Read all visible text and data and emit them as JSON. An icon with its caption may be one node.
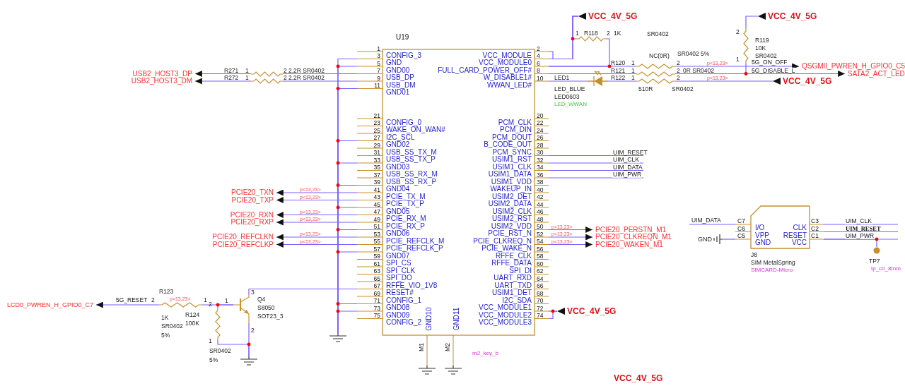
{
  "diagram": {
    "nodes": [
      {
        "text": [
          "U19"
        ]
      },
      {
        "text": [
          "USB2_HOST3_DP"
        ]
      },
      {
        "text": [],
        "shape": "resistor",
        "beside": [
          "R271",
          "1",
          "2",
          "2.2R SR0402"
        ]
      },
      {
        "text": [
          "USB2_HOST3_DM"
        ]
      },
      {
        "text": [],
        "shape": "resistor",
        "beside": [
          "R272",
          "1",
          "2",
          "2.2R SR0402"
        ]
      },
      {
        "text": [
          "PCIE20_TXN"
        ]
      },
      {
        "text": [
          "PCIE20_TXP"
        ]
      },
      {
        "text": [
          "PCIE20_RXN"
        ]
      },
      {
        "text": [
          "PCIE20_RXP"
        ]
      },
      {
        "text": [
          "PCIE20_REFCLKN"
        ]
      },
      {
        "text": [
          "PCIE20_REFCLKP"
        ]
      },
      {
        "text": [
          "LCD0_PWREN_H_GPIO0_C7"
        ]
      },
      {
        "text": [],
        "shape": "resistor",
        "beside": [
          "R123",
          "2",
          "1",
          "1K",
          "SR0402",
          "5%"
        ]
      },
      {
        "text": [],
        "shape": "resistor",
        "beside": [
          "R124",
          "2",
          "1",
          "100K",
          "SR0402",
          "5%"
        ]
      },
      {
        "text": [],
        "shape": "transistor",
        "beside": [
          "Q4",
          "S8050",
          "SOT23_3",
          "1",
          "2",
          "3"
        ]
      },
      {
        "text": [],
        "shape": "ground"
      },
      {
        "text": [],
        "shape": "ground"
      },
      {
        "text": [],
        "shape": "ground"
      },
      {
        "text": [],
        "shape": "ground"
      },
      {
        "text": [
          "VCC_4V_5G"
        ]
      },
      {
        "text": [],
        "shape": "resistor",
        "beside": [
          "R118",
          "1",
          "2",
          "1K"
        ]
      },
      {
        "text": [],
        "shape": "resistor",
        "beside": [
          "R120",
          "1",
          "2",
          "NC(0R)",
          "SR0402 5%"
        ]
      },
      {
        "text": [],
        "shape": "resistor",
        "beside": [
          "R121",
          "1",
          "2",
          "0R SR0402"
        ]
      },
      {
        "text": [],
        "shape": "led",
        "beside": [
          "LED1",
          "LED_BLUE",
          "LED0603",
          "LED_WWAN"
        ]
      },
      {
        "text": [],
        "shape": "resistor",
        "beside": [
          "R122",
          "1",
          "2",
          "510R",
          "SR0402"
        ]
      },
      {
        "text": [
          "VCC_4V_5G"
        ]
      },
      {
        "text": [],
        "shape": "resistor",
        "beside": [
          "R119",
          "10K",
          "SR0402",
          "2",
          "1"
        ]
      },
      {
        "text": [
          "QSGMII_PWREN_H_GPIO0_C5"
        ]
      },
      {
        "text": [
          "SATA2_ACT_LED"
        ]
      },
      {
        "text": [
          "VCC_4V_5G"
        ]
      },
      {
        "text": [
          "PCIE20_PERSTN_M1"
        ]
      },
      {
        "text": [
          "PCIE20_CLKREQN_M1"
        ]
      },
      {
        "text": [
          "PCIE20_WAKEN_M1"
        ]
      },
      {
        "text": [
          "VCC_4V_5G"
        ]
      },
      {
        "text": [
          "I/O",
          "VPP",
          "GND",
          "CLK",
          "RESET",
          "VCC"
        ],
        "beside": [
          "J8",
          "SIM MetalSpring",
          "SIMCARD-Micro"
        ]
      },
      {
        "text": [
          "GND"
        ]
      },
      {
        "text": [],
        "shape": "circle",
        "beside": [
          "TP7",
          "tp_c0_8mm"
        ]
      }
    ],
    "edges": [
      {
        "from": 2,
        "to": 1,
        "arrow": "to"
      },
      {
        "from": 2,
        "to": 0,
        "arrow": "none"
      },
      {
        "from": 4,
        "to": 3,
        "arrow": "to"
      },
      {
        "from": 4,
        "to": 0,
        "arrow": "none"
      },
      {
        "from": 0,
        "to": 5,
        "arrow": "to"
      },
      {
        "from": 0,
        "to": 6,
        "arrow": "to"
      },
      {
        "from": 0,
        "to": 7,
        "arrow": "to"
      },
      {
        "from": 0,
        "to": 8,
        "arrow": "to"
      },
      {
        "from": 0,
        "to": 9,
        "arrow": "to"
      },
      {
        "from": 0,
        "to": 10,
        "arrow": "to"
      },
      {
        "from": 12,
        "to": 11,
        "arrow": "to",
        "label": "5G_RESET"
      },
      {
        "from": 12,
        "to": 14,
        "arrow": "none"
      },
      {
        "from": 13,
        "to": 14,
        "arrow": "none"
      },
      {
        "from": 14,
        "to": 0,
        "arrow": "none"
      },
      {
        "from": 14,
        "to": 15,
        "arrow": "none"
      },
      {
        "from": 13,
        "to": 15,
        "arrow": "none"
      },
      {
        "from": 0,
        "to": 16,
        "arrow": "none"
      },
      {
        "from": 0,
        "to": 16,
        "arrow": "none"
      },
      {
        "from": 0,
        "to": 16,
        "arrow": "none"
      },
      {
        "from": 0,
        "to": 16,
        "arrow": "none"
      },
      {
        "from": 0,
        "to": 16,
        "arrow": "none"
      },
      {
        "from": 0,
        "to": 16,
        "arrow": "none"
      },
      {
        "from": 0,
        "to": 16,
        "arrow": "none"
      },
      {
        "from": 0,
        "to": 16,
        "arrow": "none"
      },
      {
        "from": 0,
        "to": 16,
        "arrow": "none"
      },
      {
        "from": 0,
        "to": 16,
        "arrow": "none"
      },
      {
        "from": 0,
        "to": 16,
        "arrow": "none"
      },
      {
        "from": 0,
        "to": 17,
        "arrow": "none",
        "color": "#c8a060"
      },
      {
        "from": 0,
        "to": 18,
        "arrow": "none",
        "color": "#c8a060"
      },
      {
        "from": 0,
        "to": 19,
        "arrow": "none"
      },
      {
        "from": 0,
        "to": 19,
        "arrow": "none"
      },
      {
        "from": 20,
        "to": 19,
        "arrow": "none"
      },
      {
        "from": 20,
        "to": 0,
        "arrow": "none"
      },
      {
        "from": 0,
        "to": 21,
        "arrow": "none"
      },
      {
        "from": 21,
        "to": 27,
        "arrow": "to",
        "label": "5G_ON_OFF"
      },
      {
        "from": 0,
        "to": 22,
        "arrow": "none"
      },
      {
        "from": 22,
        "to": 28,
        "arrow": "to",
        "label": "5G_DISABLE_L"
      },
      {
        "from": 26,
        "to": 22,
        "arrow": "none"
      },
      {
        "from": 26,
        "to": 25,
        "arrow": "none"
      },
      {
        "from": 0,
        "to": 23,
        "arrow": "none"
      },
      {
        "from": 23,
        "to": 24,
        "arrow": "none"
      },
      {
        "from": 24,
        "to": 29,
        "arrow": "none"
      },
      {
        "from": 0,
        "to": null,
        "arrow": "none",
        "label": "UIM_RESET"
      },
      {
        "from": 0,
        "to": null,
        "arrow": "none",
        "label": "UIM_CLK"
      },
      {
        "from": 0,
        "to": null,
        "arrow": "none",
        "label": "UIM_DATA"
      },
      {
        "from": 0,
        "to": null,
        "arrow": "none",
        "label": "UIM_PWR"
      },
      {
        "from": 0,
        "to": 30,
        "arrow": "to"
      },
      {
        "from": 0,
        "to": 31,
        "arrow": "to"
      },
      {
        "from": 0,
        "to": 32,
        "arrow": "to"
      },
      {
        "from": 0,
        "to": 33,
        "arrow": "none"
      },
      {
        "from": 0,
        "to": 33,
        "arrow": "none"
      },
      {
        "from": null,
        "to": 34,
        "arrow": "none",
        "label": "UIM_DATA"
      },
      {
        "from": 35,
        "to": 34,
        "arrow": "none"
      },
      {
        "from": 34,
        "to": null,
        "arrow": "none",
        "label": "UIM_CLK"
      },
      {
        "from": 34,
        "to": null,
        "arrow": "none",
        "label": "UIM_RESET"
      },
      {
        "from": 34,
        "to": null,
        "arrow": "none",
        "label": "UIM_PWR"
      },
      {
        "from": 34,
        "to": 36,
        "arrow": "none"
      }
    ],
    "labels": [
      "1",
      "CONFIG_3",
      "3",
      "GND",
      "5",
      "GND00",
      "7",
      "USB_DP",
      "9",
      "USB_DM",
      "11",
      "GND01",
      "21",
      "CONFIG_0",
      "23",
      "WAKE_ON_WAN#",
      "25",
      "I2C_SCL",
      "27",
      "GND02",
      "29",
      "USB_SS_TX_M",
      "31",
      "USB_SS_TX_P",
      "33",
      "GND03",
      "35",
      "USB_SS_RX_M",
      "37",
      "USB_SS_RX_P",
      "39",
      "GND04",
      "41",
      "PCIE_TX_M",
      "43",
      "PCIE_TX_P",
      "45",
      "GND05",
      "47",
      "PCIE_RX_M",
      "49",
      "PCIE_RX_P",
      "51",
      "GND06",
      "53",
      "PCIE_REFCLK_M",
      "55",
      "PCIE_REFCLK_P",
      "57",
      "GND07",
      "59",
      "SPI_CS",
      "61",
      "SPI_CLK",
      "63",
      "SPI_DO",
      "65",
      "RFFE_VIO_1V8",
      "67",
      "RESET#",
      "69",
      "CONFIG_1",
      "71",
      "GND08",
      "73",
      "GND09",
      "75",
      "CONFIG_2",
      "2",
      "VCC_MODULE",
      "4",
      "VCC_MODULE0",
      "6",
      "FULL_CARD_POWER_OFF#",
      "8",
      "W_DISABLE1#",
      "10",
      "WWAN_LED#",
      "20",
      "PCM_CLK",
      "22",
      "PCM_DIN",
      "24",
      "PCM_DOUT",
      "26",
      "B_CODE_OUT",
      "28",
      "PCM_SYNC",
      "30",
      "USIM1_RST",
      "32",
      "USIM1_CLK",
      "34",
      "USIM1_DATA",
      "36",
      "USIM1_VDD",
      "38",
      "WAKEUP_IN",
      "40",
      "USIM2_DET",
      "42",
      "USIM2_DATA",
      "44",
      "USIM2_CLK",
      "46",
      "USIM2_RST",
      "48",
      "USIM2_VDD",
      "50",
      "PCIE_RST_N",
      "52",
      "PCIE_CLKREQ_N",
      "54",
      "PCIE_WAKE_N",
      "56",
      "RFFE_CLK",
      "58",
      "RFFE_DATA",
      "60",
      "SPI_DI",
      "62",
      "UART_RXD",
      "64",
      "UART_TXD",
      "66",
      "USIM1_DET",
      "68",
      "I2C_SDA",
      "70",
      "VCC_MODULE1",
      "72",
      "VCC_MODULE2",
      "74",
      "VCC_MODULE3",
      "GND10",
      "GND11",
      "M1",
      "M2",
      "m2_key_b",
      "p<13,23>",
      "p<13,23>",
      "p<13,23>",
      "p<13,23>",
      "p<13,23>",
      "p<13,23>",
      "p<13,23>",
      "p<13,23>",
      "p<13,23>",
      "p<13,23>",
      "p<13,23>",
      "p<13,23>",
      "C7",
      "C6",
      "C5",
      "C3",
      "C2",
      "C1",
      "VCC_4V_5G",
      "SR0402"
    ]
  }
}
